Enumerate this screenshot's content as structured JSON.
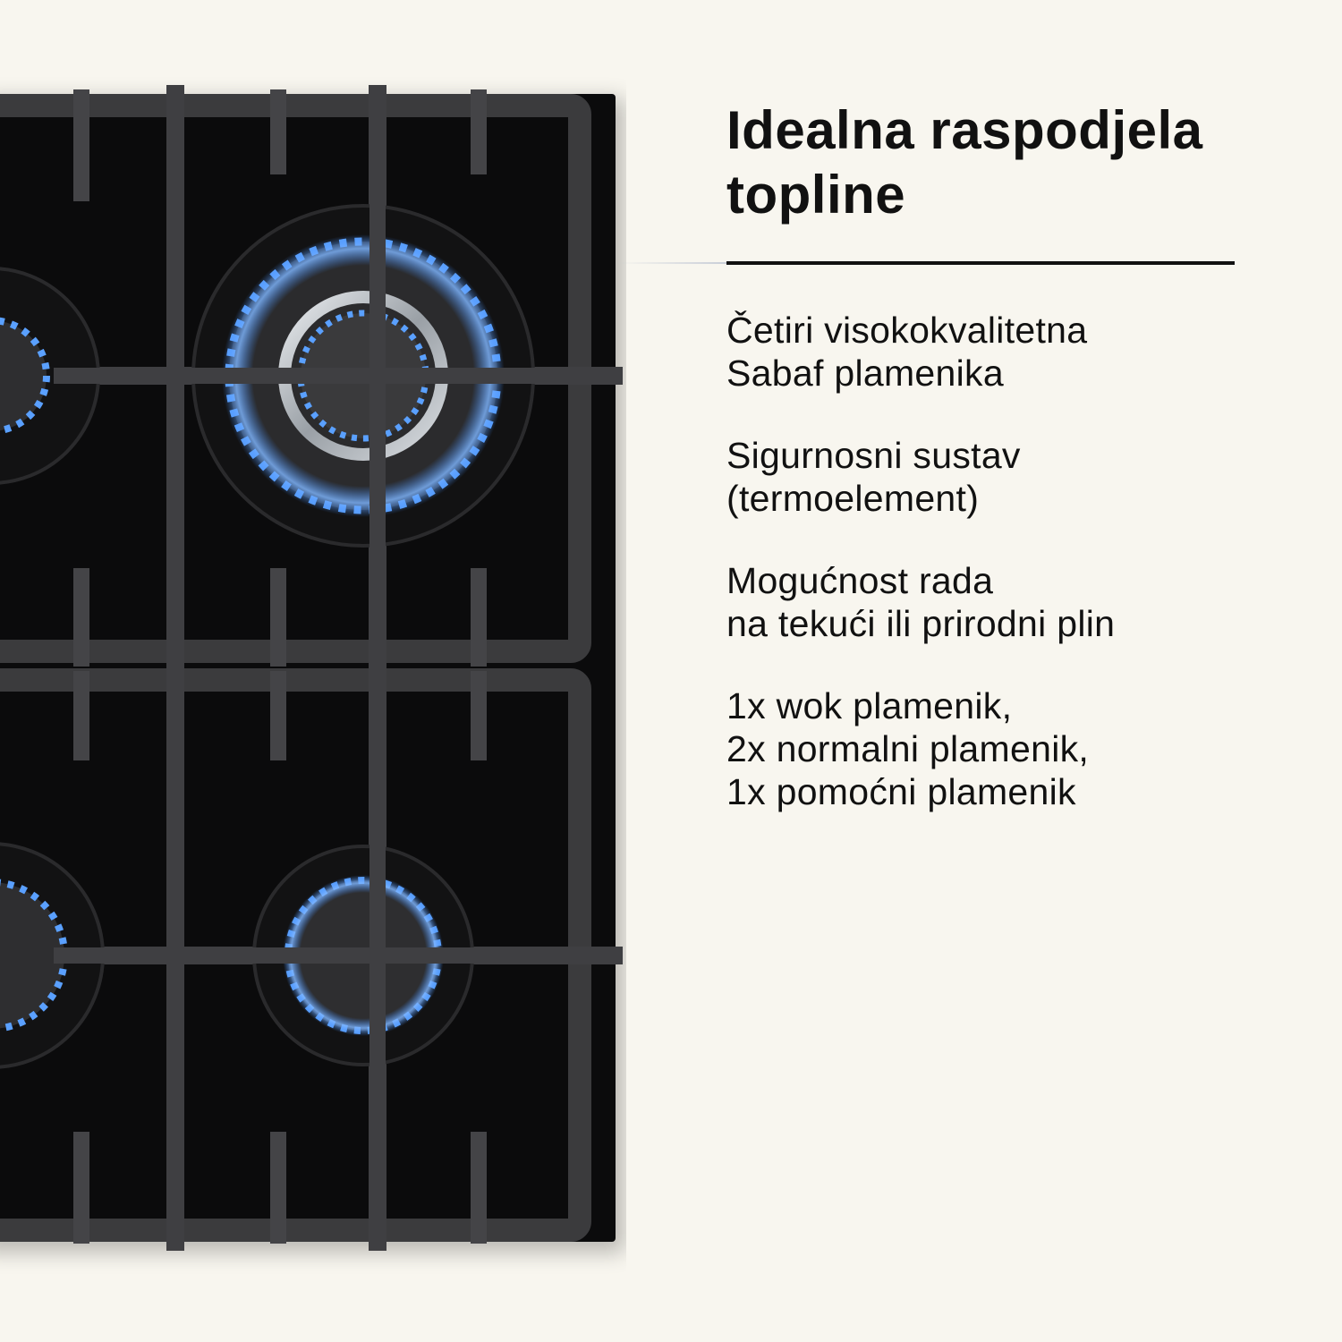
{
  "headline": {
    "line1": "Idealna raspodjela",
    "line2": "topline"
  },
  "features": [
    {
      "lines": [
        "Četiri visokokvalitetna",
        "Sabaf plamenika"
      ]
    },
    {
      "lines": [
        "Sigurnosni sustav",
        "(termoelement)"
      ]
    },
    {
      "lines": [
        "Mogućnost rada",
        "na tekući ili prirodni plin"
      ]
    },
    {
      "lines": [
        "1x wok plamenik,",
        "2x normalni plamenik,",
        "1x pomoćni plamenik"
      ]
    }
  ],
  "colors": {
    "background": "#f8f6ef",
    "text": "#111111",
    "cooktop_glass": "#0b0b0c",
    "grate": "#3b3b3d",
    "flame": "#3d8cff"
  }
}
